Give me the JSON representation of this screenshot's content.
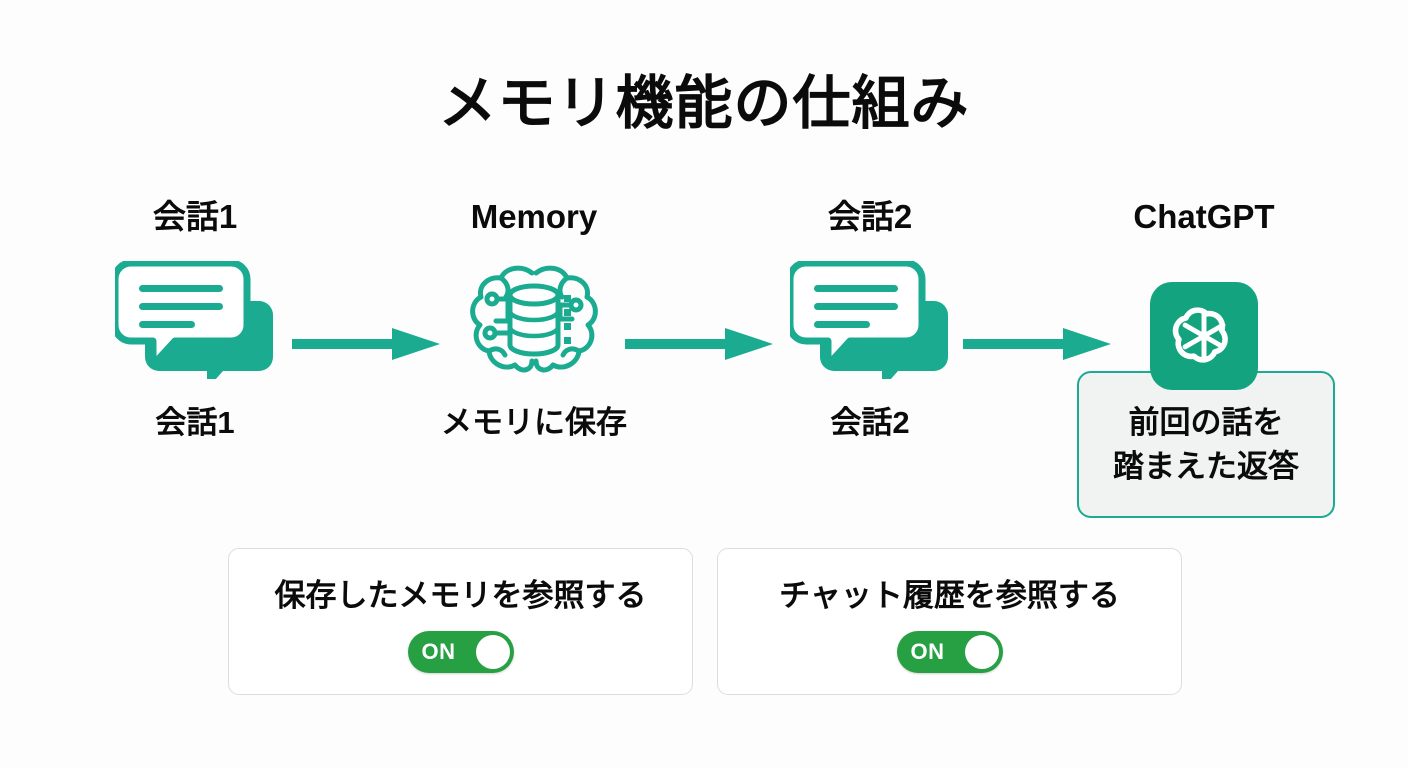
{
  "page": {
    "title": "メモリ機能の仕組み",
    "background_color": "#fdfdfd",
    "accent_teal": "#1aab91",
    "toggle_green": "#27a044"
  },
  "flow": {
    "nodes": [
      {
        "id": "conversation-1",
        "top_label": "会話1",
        "bottom_label": "会話1",
        "icon": "chat-bubbles-icon"
      },
      {
        "id": "memory",
        "top_label": "Memory",
        "bottom_label": "メモリに保存",
        "icon": "brain-database-icon"
      },
      {
        "id": "conversation-2",
        "top_label": "会話2",
        "bottom_label": "会話2",
        "icon": "chat-bubbles-icon"
      },
      {
        "id": "chatgpt",
        "top_label": "ChatGPT",
        "bottom_label": "",
        "icon": "chatgpt-logo-icon"
      }
    ],
    "arrows": [
      {
        "id": "arrow-1",
        "icon": "arrow-right-icon"
      },
      {
        "id": "arrow-2",
        "icon": "arrow-right-icon"
      },
      {
        "id": "arrow-3",
        "icon": "arrow-right-icon"
      }
    ]
  },
  "answer_card": {
    "line1": "前回の話を",
    "line2": "踏まえた返答",
    "border_color": "#1aab91",
    "fill_color": "#f1f3f2"
  },
  "settings": [
    {
      "id": "reference-saved-memories",
      "label": "保存したメモリを参照する",
      "toggle_state": "ON"
    },
    {
      "id": "reference-chat-history",
      "label": "チャット履歴を参照する",
      "toggle_state": "ON"
    }
  ]
}
